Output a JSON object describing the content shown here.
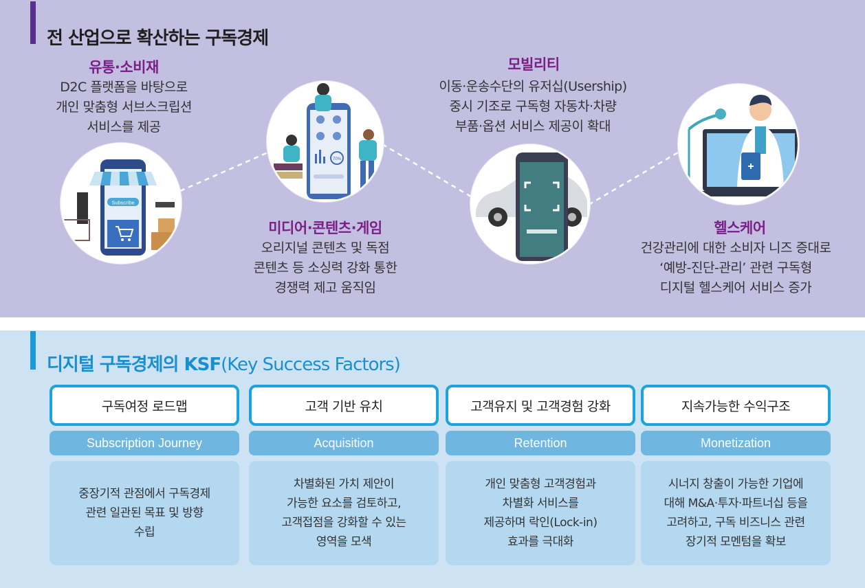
{
  "top_section": {
    "title": "전 산업으로 확산하는 구독경제",
    "industries": [
      {
        "title": "유통·소비재",
        "desc": [
          "D2C 플랫폼을 바탕으로",
          "개인 맞춤형 서브스크립션",
          "서비스를 제공"
        ],
        "illustration": "storefront-smartphone-icon",
        "illustration_text": "Subscribe"
      },
      {
        "title": "미디어·콘텐츠·게임",
        "desc": [
          "오리지널 콘텐츠 및 독점",
          "콘텐츠 등 소싱력 강화 통한",
          "경쟁력 제고 움직임"
        ],
        "illustration": "media-app-people-icon",
        "illustration_text": "70%"
      },
      {
        "title": "모빌리티",
        "desc": [
          "이동·운송수단의 유저십(Usership)",
          "중시 기조로 구독형 자동차·차량",
          "부품·옵션 서비스 제공이 확대"
        ],
        "illustration": "car-smartphone-icon"
      },
      {
        "title": "헬스케어",
        "desc": [
          "건강관리에 대한 소비자 니즈 증대로",
          "‘예방-진단-관리’ 관련 구독형",
          "디지털 헬스케어 서비스 증가"
        ],
        "illustration": "doctor-laptop-icon"
      }
    ]
  },
  "ksf_section": {
    "title_bold": "디지털 구독경제의 KSF",
    "title_rest": "(Key Success Factors)",
    "columns": [
      {
        "heading": "구독여정 로드맵",
        "english": "Subscription Journey",
        "desc": [
          "중장기적 관점에서 구독경제",
          "관련 일관된 목표 및 방향",
          "수립"
        ]
      },
      {
        "heading": "고객 기반 유치",
        "english": "Acquisition",
        "desc": [
          "차별화된 가치 제안이",
          "가능한 요소를 검토하고,",
          "고객접점을 강화할 수 있는",
          "영역을 모색"
        ]
      },
      {
        "heading": "고객유지 및 고객경험 강화",
        "english": "Retention",
        "desc": [
          "개인 맞춤형 고객경험과",
          "차별화 서비스를",
          "제공하며 락인(Lock-in)",
          "효과를 극대화"
        ]
      },
      {
        "heading": "지속가능한 수익구조",
        "english": "Monetization",
        "desc": [
          "시너지 창출이 가능한 기업에",
          "대해 M&A·투자·파트너십 등을",
          "고려하고, 구독 비즈니스 관련",
          "장기적 모멘텀을 확보"
        ]
      }
    ]
  },
  "colors": {
    "top_bg": "#c2bfe0",
    "top_accent": "#5b2d8e",
    "industry_title": "#7a1f85",
    "bottom_bg": "#cde3f4",
    "bottom_accent": "#1a9ad6",
    "ksf_border": "#1aa3dc",
    "ksf_english_bg": "#6fb7e1",
    "ksf_body_bg": "#b3d8f0"
  }
}
